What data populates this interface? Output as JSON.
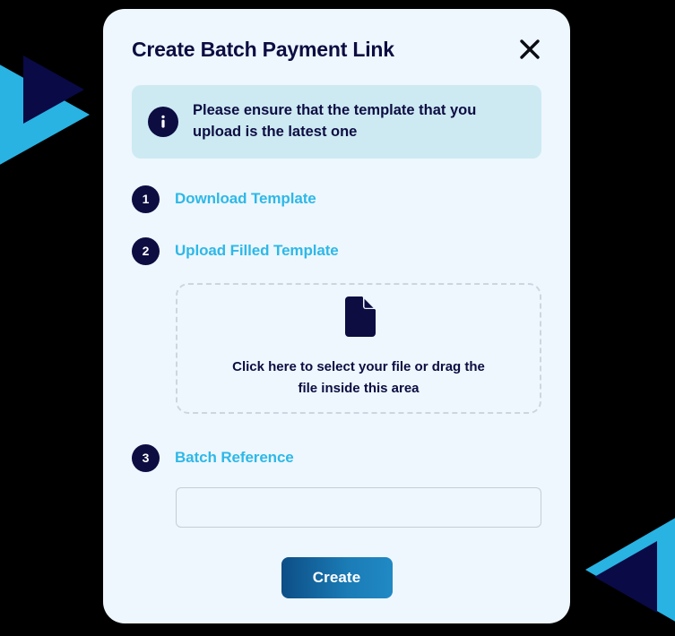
{
  "modal": {
    "title": "Create Batch Payment Link",
    "close_icon": "close-icon",
    "notice": {
      "icon": "info-icon",
      "text": "Please ensure that the template that you upload is the latest one"
    },
    "steps": [
      {
        "number": "1",
        "label": "Download Template"
      },
      {
        "number": "2",
        "label": "Upload Filled Template"
      },
      {
        "number": "3",
        "label": "Batch Reference"
      }
    ],
    "dropzone": {
      "icon": "file-document-icon",
      "text": "Click here to select your file or drag the file inside this area"
    },
    "batch_reference": {
      "value": "",
      "placeholder": ""
    },
    "submit": {
      "label": "Create"
    }
  },
  "colors": {
    "page_background": "#000000",
    "card_background": "#eef7fd",
    "notice_background": "#cdeaf3",
    "navy": "#0d0d42",
    "accent_cyan": "#2eb8e8",
    "button_gradient_start": "#0d4e86",
    "button_gradient_end": "#2089c4",
    "decor_cyan": "#29b3e3",
    "decor_navy": "#0a0a46"
  },
  "decorations": [
    {
      "name": "arrow-decoration-left"
    },
    {
      "name": "arrow-decoration-right"
    }
  ]
}
